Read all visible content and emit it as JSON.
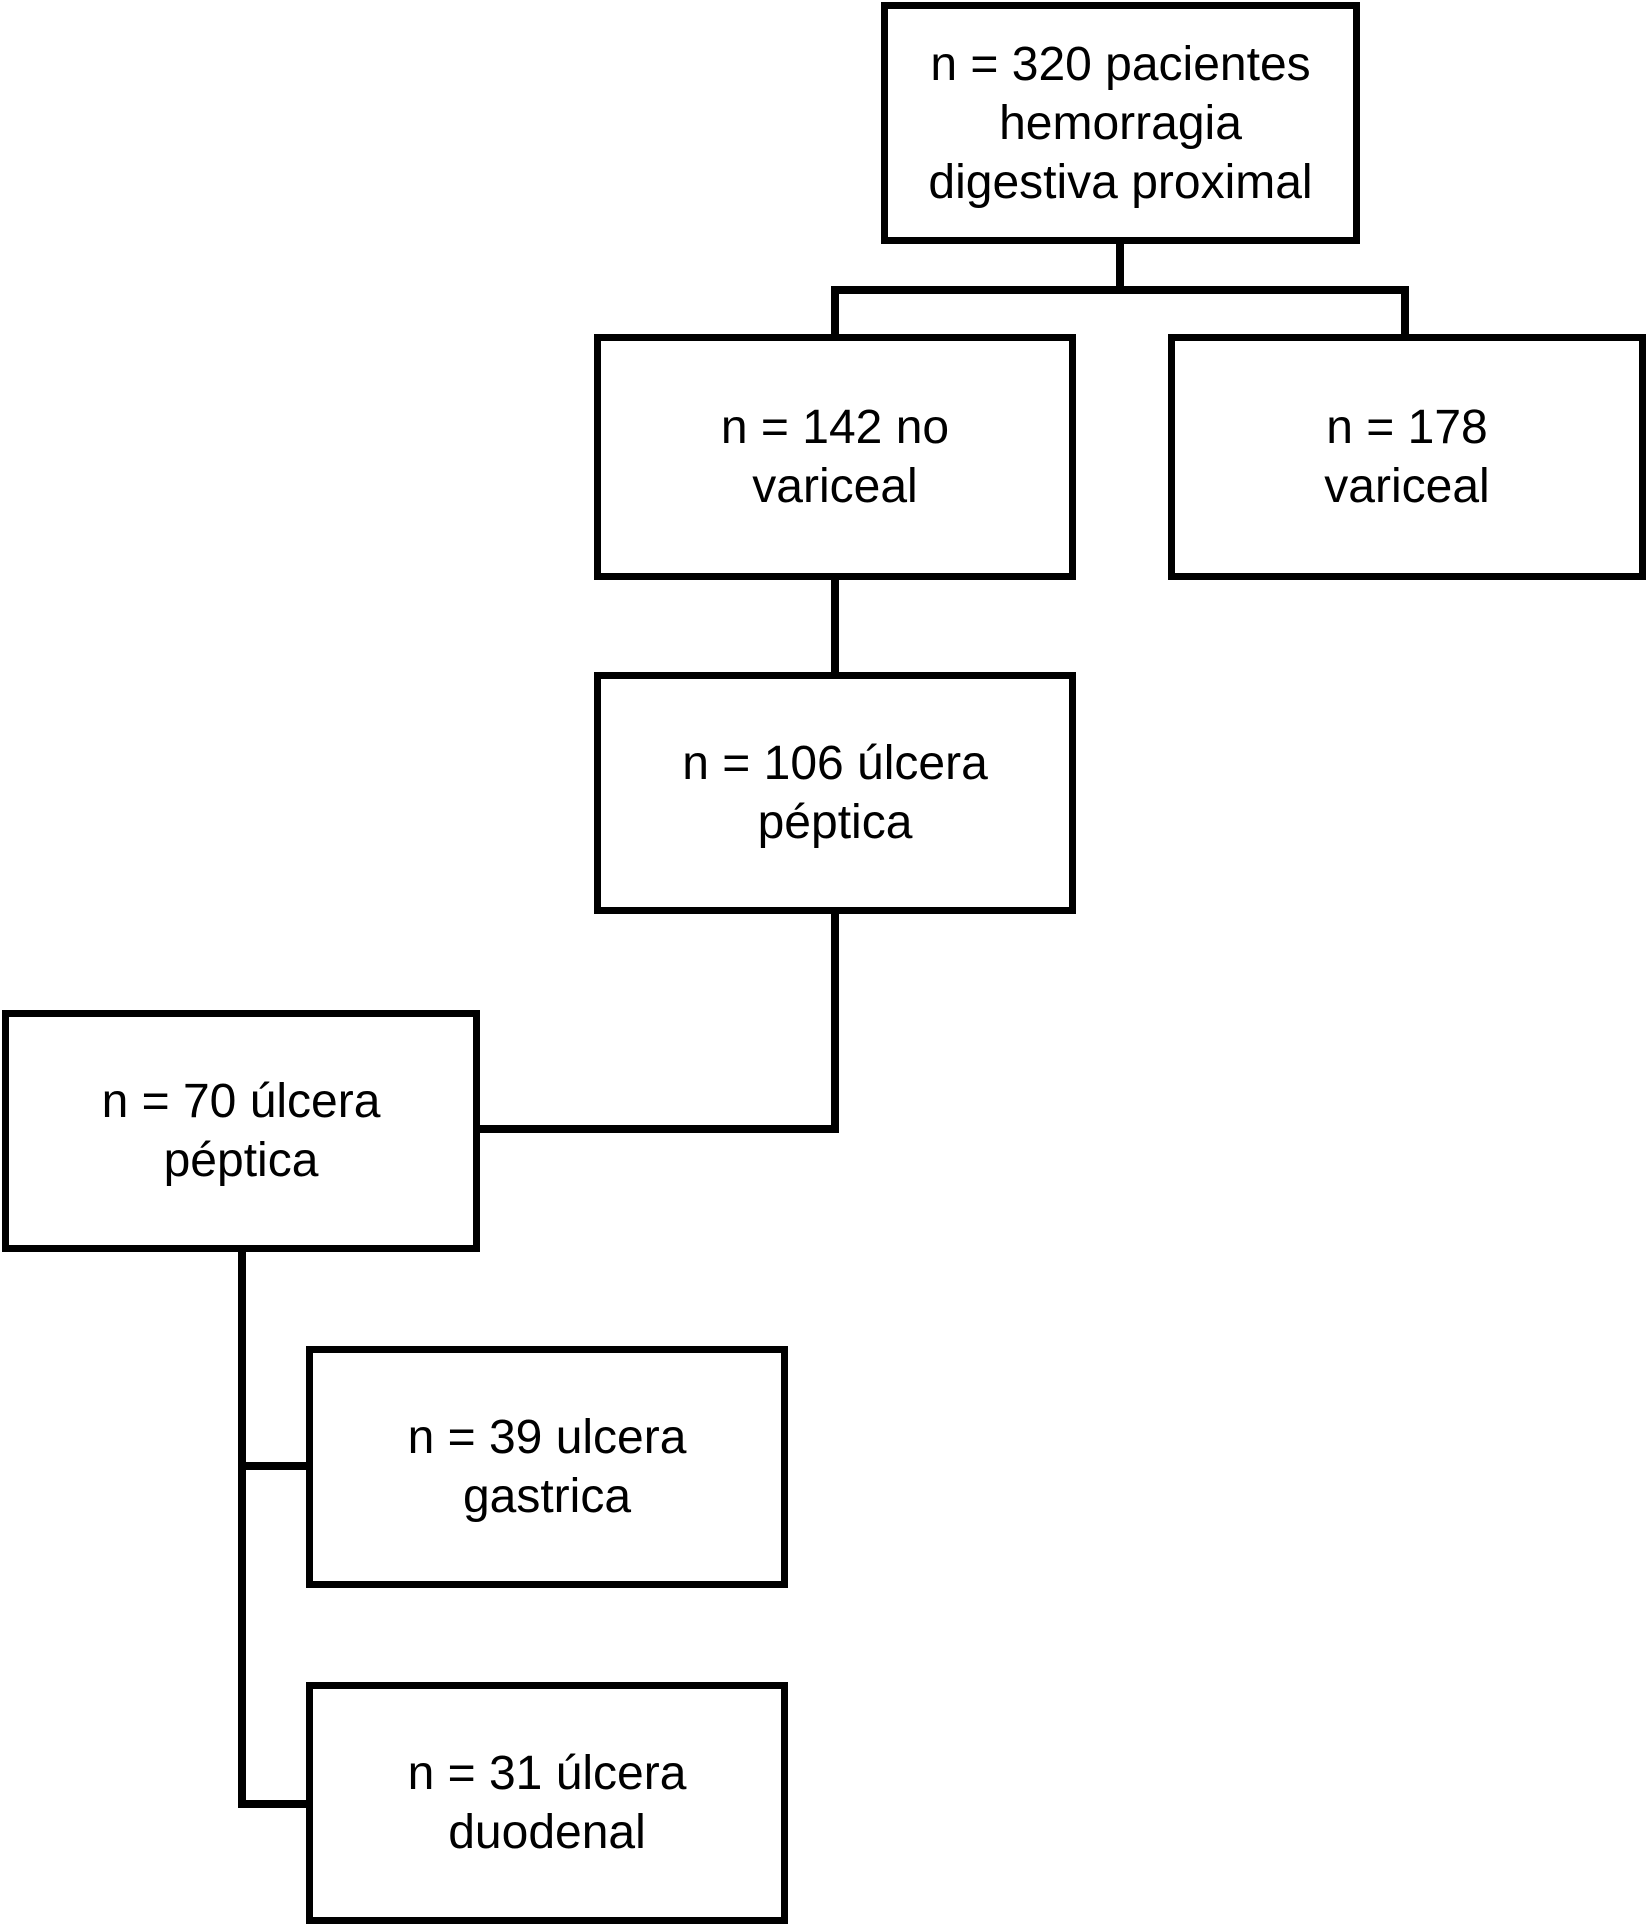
{
  "diagram": {
    "nodes": {
      "root": {
        "lines": [
          "n = 320 pacientes",
          "hemorragia",
          "digestiva proximal"
        ]
      },
      "nonvar": {
        "lines": [
          "n = 142 no",
          "variceal"
        ]
      },
      "variceal": {
        "lines": [
          "n = 178",
          "variceal"
        ]
      },
      "ulcer106": {
        "lines": [
          "n = 106 úlcera",
          "péptica"
        ]
      },
      "ulcer70": {
        "lines": [
          "n = 70 úlcera",
          "péptica"
        ]
      },
      "gastric": {
        "lines": [
          "n = 39 ulcera",
          "gastrica"
        ]
      },
      "duodenal": {
        "lines": [
          "n = 31 úlcera",
          "duodenal"
        ]
      }
    },
    "edges": [
      {
        "from": "root",
        "to": "nonvar"
      },
      {
        "from": "root",
        "to": "variceal"
      },
      {
        "from": "nonvar",
        "to": "ulcer106"
      },
      {
        "from": "ulcer106",
        "to": "ulcer70"
      },
      {
        "from": "ulcer70",
        "to": "gastric"
      },
      {
        "from": "ulcer70",
        "to": "duodenal"
      }
    ],
    "colors": {
      "stroke": "#000000",
      "fill": "#ffffff",
      "text": "#000000"
    }
  }
}
